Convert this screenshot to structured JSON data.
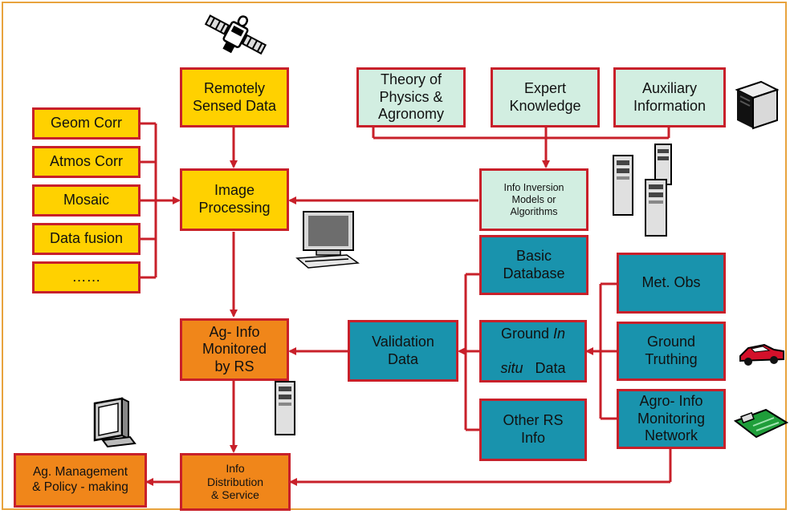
{
  "nodes": {
    "remote_sensed": "Remotely\nSensed Data",
    "geom_corr": "Geom  Corr",
    "atmos_corr": "Atmos   Corr",
    "mosaic": "Mosaic",
    "data_fusion": "Data fusion",
    "ellipsis": "……",
    "image_processing": "Image\nProcessing",
    "theory": "Theory of\nPhysics   &\nAgronomy",
    "expert": "Expert\nKnowledge",
    "auxiliary": "Auxiliary\nInformation",
    "info_inversion": "Info Inversion\nModels or\nAlgorithms",
    "basic_db": "Basic\nDatabase",
    "met_obs": "Met.  Obs",
    "ground_truthing": "Ground\nTruthing",
    "agro_network": "Agro- Info\nMonitoring\nNetwork",
    "validation": "Validation\nData",
    "ground_insitu_a": "Ground ",
    "ground_insitu_b": "In",
    "ground_insitu_c": "situ",
    "ground_insitu_d": "   Data",
    "other_rs": "Other RS\nInfo",
    "ag_info": "Ag- Info\nMonitored\nby RS",
    "info_dist": "Info\nDistribution\n& Service",
    "ag_mgmt": "Ag.  Management\n& Policy  - making"
  },
  "colors": {
    "frame": "#e8a33d",
    "line": "#c8202a",
    "yellow": "#ffd100",
    "orange": "#f0861a",
    "teal": "#1993ad",
    "mint": "#d2eee1"
  },
  "icons": [
    "satellite-icon",
    "server-cube-icon",
    "server-tower-icon",
    "desktop-computer-icon",
    "server-tower-icon",
    "monitor-icon",
    "car-icon",
    "circuit-board-icon"
  ]
}
